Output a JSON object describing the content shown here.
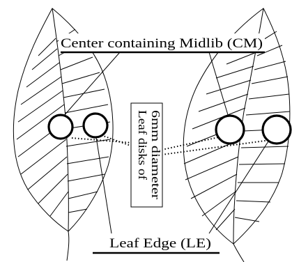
{
  "labels": {
    "center": "Center containing Midlib (CM)",
    "disk_line1": "Leaf disks of",
    "disk_line2": "6mm diameter",
    "edge": "Leaf Edge (LE)"
  },
  "colors": {
    "stroke": "#000000",
    "background": "#ffffff"
  }
}
